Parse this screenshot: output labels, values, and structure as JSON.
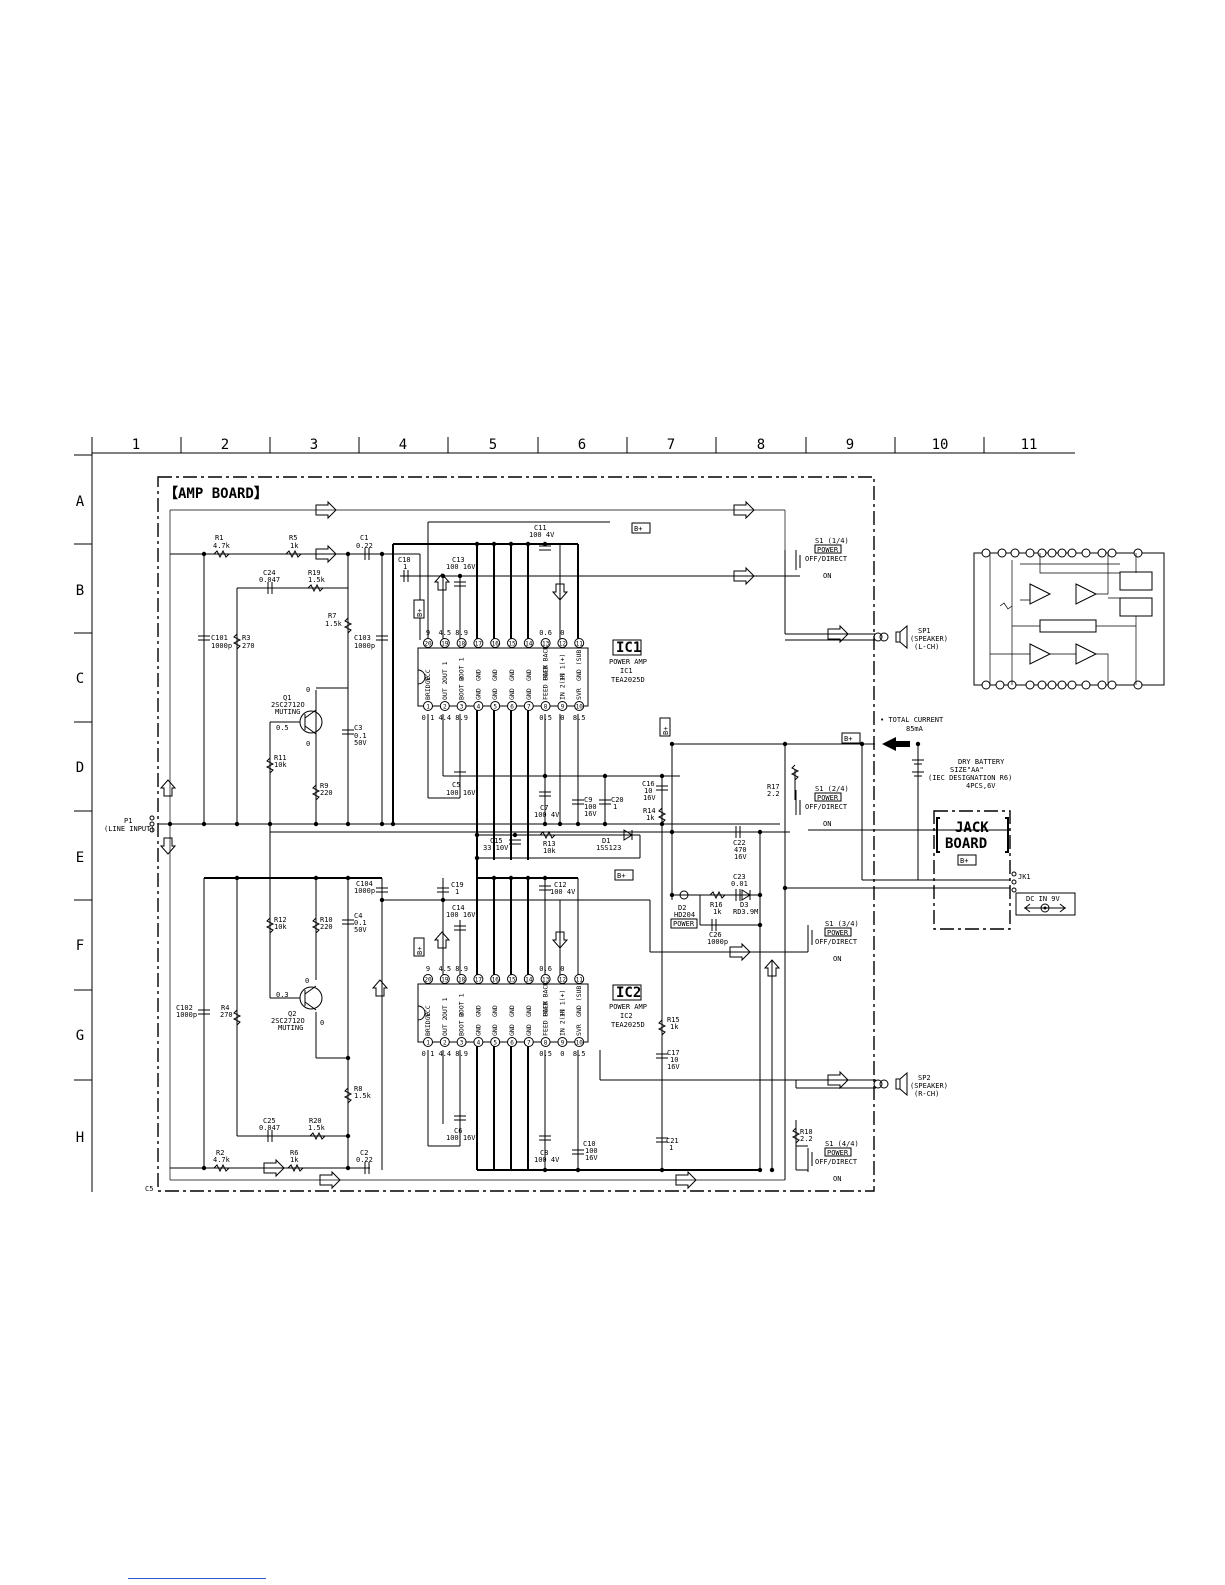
{
  "grid": {
    "columns": [
      "1",
      "2",
      "3",
      "4",
      "5",
      "6",
      "7",
      "8",
      "9",
      "10",
      "11"
    ],
    "rows": [
      "A",
      "B",
      "C",
      "D",
      "E",
      "F",
      "G",
      "H"
    ]
  },
  "amp_board": {
    "title": "【AMP BOARD】",
    "corner_mark": "C5"
  },
  "jack_board": {
    "title_line1": "JACK",
    "title_line2": "BOARD",
    "tag": "B+",
    "jack": "JK1",
    "dc_in": "DC IN 9V"
  },
  "bplus": "B+",
  "ic1": {
    "name": "IC1",
    "desc": "POWER AMP",
    "ref": "IC1",
    "part": "TEA2025D",
    "top_pins": [
      "20",
      "19",
      "18",
      "17",
      "16",
      "15",
      "14",
      "13",
      "12",
      "11"
    ],
    "top_volts": [
      "9",
      "4.5",
      "8.9",
      "",
      "",
      "",
      "",
      "0.6",
      "0",
      ""
    ],
    "top_labels": [
      "VCC",
      "OUT 1",
      "BOOT 1",
      "GND",
      "GND",
      "GND",
      "GND",
      "FEED BACK",
      "IN 1(+)",
      "GND (SUB)"
    ],
    "bot_pins": [
      "1",
      "2",
      "3",
      "4",
      "5",
      "6",
      "7",
      "8",
      "9",
      "10"
    ],
    "bot_volts": [
      "0.1",
      "4.4",
      "8.9",
      "",
      "",
      "",
      "",
      "0.5",
      "0",
      "8.5"
    ],
    "bot_labels": [
      "BRIDGE",
      "OUT 2",
      "BOOT 2",
      "GND",
      "GND",
      "GND",
      "GND",
      "FEED BACK",
      "IN 2(+)",
      "SVR"
    ]
  },
  "ic2": {
    "name": "IC2",
    "desc": "POWER AMP",
    "ref": "IC2",
    "part": "TEA2025D",
    "top_pins": [
      "20",
      "19",
      "18",
      "17",
      "16",
      "15",
      "14",
      "13",
      "12",
      "11"
    ],
    "top_volts": [
      "9",
      "4.5",
      "8.9",
      "",
      "",
      "",
      "",
      "0.6",
      "0",
      ""
    ],
    "top_labels": [
      "VCC",
      "OUT 1",
      "BOOT 1",
      "GND",
      "GND",
      "GND",
      "GND",
      "FEED BACK",
      "IN 1(+)",
      "GND (SUB)"
    ],
    "bot_pins": [
      "1",
      "2",
      "3",
      "4",
      "5",
      "6",
      "7",
      "8",
      "9",
      "10"
    ],
    "bot_volts": [
      "0.1",
      "4.4",
      "8.9",
      "",
      "",
      "",
      "",
      "0.5",
      "0",
      "8.5"
    ],
    "bot_labels": [
      "BRIDGE",
      "OUT 2",
      "BOOT 2",
      "GND",
      "GND",
      "GND",
      "GND",
      "FEED BACK",
      "IN 2(+)",
      "SVR"
    ]
  },
  "components": {
    "r1": [
      "R1",
      "4.7k"
    ],
    "r5": [
      "R5",
      "1k"
    ],
    "c1": [
      "C1",
      "0.22"
    ],
    "c24": [
      "C24",
      "0.047"
    ],
    "r19": [
      "R19",
      "1.5k"
    ],
    "r7": [
      "R7",
      "1.5k"
    ],
    "c101": [
      "C101",
      "1000p"
    ],
    "r3": [
      "R3",
      "270"
    ],
    "c103": [
      "C103",
      "1000p"
    ],
    "c18": [
      "C18",
      "1"
    ],
    "c13": [
      "C13",
      "100 16V"
    ],
    "c11": [
      "C11",
      "100 4V"
    ],
    "q1": [
      "Q1",
      "2SC2712O",
      "MUTING"
    ],
    "q1v": [
      "0",
      "0.5",
      "0"
    ],
    "c3": [
      "C3",
      "0.1",
      "50V"
    ],
    "r11": [
      "R11",
      "10k"
    ],
    "r9": [
      "R9",
      "220"
    ],
    "c5": [
      "C5",
      "100 16V"
    ],
    "c7": [
      "C7",
      "100 4V"
    ],
    "c9": [
      "C9",
      "100",
      "16V"
    ],
    "c20": [
      "C20",
      "1"
    ],
    "c16": [
      "C16",
      "10",
      "16V"
    ],
    "r14": [
      "R14",
      "1k"
    ],
    "r17": [
      "R17",
      "2.2"
    ],
    "p1": [
      "P1",
      "(LINE INPUT)"
    ],
    "c15": [
      "C15",
      "33 10V"
    ],
    "r13": [
      "R13",
      "10k"
    ],
    "d1": [
      "D1",
      "1SS123"
    ],
    "c22": [
      "C22",
      "470",
      "16V"
    ],
    "c23": [
      "C23",
      "0.01"
    ],
    "d2": [
      "D2",
      "HD204"
    ],
    "d2tag": "POWER",
    "r16": [
      "R16",
      "1k"
    ],
    "d3": [
      "D3",
      "RD3.9M"
    ],
    "c26": [
      "C26",
      "1000p"
    ],
    "c104": [
      "C104",
      "1000p"
    ],
    "c19": [
      "C19",
      "1"
    ],
    "c12": [
      "C12",
      "100 4V"
    ],
    "c14": [
      "C14",
      "100 16V"
    ],
    "r12": [
      "R12",
      "10k"
    ],
    "r10": [
      "R10",
      "220"
    ],
    "c4": [
      "C4",
      "0.1",
      "50V"
    ],
    "q2": [
      "Q2",
      "2SC2712O",
      "MUTING"
    ],
    "q2v": [
      "0",
      "0.3",
      "0"
    ],
    "c102": [
      "C102",
      "1000p"
    ],
    "r4": [
      "R4",
      "270"
    ],
    "r15": [
      "R15",
      "1k"
    ],
    "c17": [
      "C17",
      "10",
      "16V"
    ],
    "r8": [
      "R8",
      "1.5k"
    ],
    "c25": [
      "C25",
      "0.047"
    ],
    "r20": [
      "R20",
      "1.5k"
    ],
    "c6": [
      "C6",
      "100 16V"
    ],
    "c8": [
      "C8",
      "100 4V"
    ],
    "c10": [
      "C10",
      "100",
      "16V"
    ],
    "c21": [
      "C21",
      "1"
    ],
    "r2": [
      "R2",
      "4.7k"
    ],
    "r6": [
      "R6",
      "1k"
    ],
    "c2": [
      "C2",
      "0.22"
    ],
    "r18": [
      "R18",
      "2.2"
    ]
  },
  "switches": {
    "s1_1": [
      "S1 (1/4)",
      "POWER",
      "OFF/DIRECT",
      "ON"
    ],
    "s1_2": [
      "S1 (2/4)",
      "POWER",
      "OFF/DIRECT",
      "ON"
    ],
    "s1_3": [
      "S1 (3/4)",
      "POWER",
      "OFF/DIRECT",
      "ON"
    ],
    "s1_4": [
      "S1 (4/4)",
      "POWER",
      "OFF/DIRECT",
      "ON"
    ]
  },
  "speakers": {
    "sp1": [
      "SP1",
      "(SPEAKER)",
      "(L-CH)"
    ],
    "sp2": [
      "SP2",
      "(SPEAKER)",
      "(R-CH)"
    ]
  },
  "power": {
    "total_current": "• TOTAL CURRENT",
    "current_value": "85mA",
    "battery": [
      "DRY BATTERY",
      "SIZE\"AA\"",
      "(IEC DESIGNATION R6)",
      "4PCS,6V"
    ]
  }
}
